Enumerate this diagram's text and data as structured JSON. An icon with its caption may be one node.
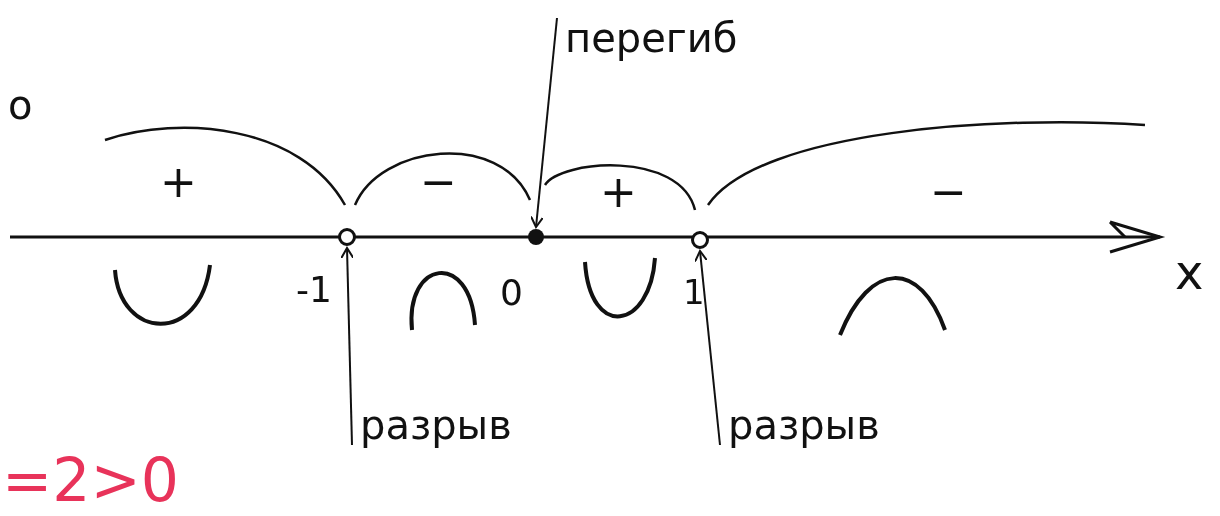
{
  "diagram": {
    "nodes": [
      {
        "text": [
          "перегиб"
        ]
      },
      {
        "text": [],
        "shape": "circle"
      },
      {
        "text": [],
        "shape": "circle"
      },
      {
        "text": [],
        "shape": "circle"
      },
      {
        "text": [
          "разрыв"
        ]
      },
      {
        "text": [
          "разрыв"
        ]
      }
    ],
    "edges": [
      {
        "from": 0,
        "to": 2,
        "arrow": "to"
      },
      {
        "from": 4,
        "to": 1,
        "arrow": "to"
      },
      {
        "from": 5,
        "to": 3,
        "arrow": "to"
      }
    ],
    "labels": [
      "o",
      "+",
      "−",
      "+",
      "−",
      "-1",
      "0",
      "1",
      "x",
      "=2>0"
    ]
  }
}
